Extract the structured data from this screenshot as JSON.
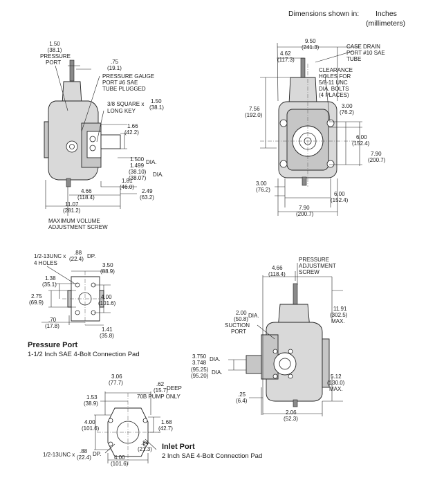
{
  "header": {
    "label": "Dimensions shown in:",
    "units_primary": "Inches",
    "units_secondary": "(millimeters)"
  },
  "side_view": {
    "d1": "1.50",
    "d1mm": "(38.1)",
    "pressure_port_line1": "PRESSURE",
    "pressure_port_line2": "PORT",
    "d2": ".75",
    "d2mm": "(19.1)",
    "gauge1": "PRESSURE GAUGE",
    "gauge2": "PORT #6 SAE",
    "gauge3": "TUBE PLUGGED",
    "key1": "3/8 SQUARE x",
    "key_dim": "1.50",
    "key_dim_mm": "(38.1)",
    "key2": "LONG KEY",
    "d3": "1.66",
    "d3mm": "(42.2)",
    "dia1": "1.500",
    "dia2": "1.499",
    "dia_label": "DIA.",
    "dia1mm": "(38.10)",
    "dia2mm": "(38.07)",
    "dia_label2": "DIA.",
    "d4": "1.81",
    "d4mm": "(46.0)",
    "d5": "4.66",
    "d5mm": "(118.4)",
    "d6": "2.49",
    "d6mm": "(63.2)",
    "d7": "11.07",
    "d7mm": "(281.2)",
    "note1": "MAXIMUM VOLUME",
    "note2": "ADJUSTMENT SCREW"
  },
  "front_view": {
    "d1": "9.50",
    "d1mm": "(241.3)",
    "d2": "4.62",
    "d2mm": "(117.3)",
    "drain1": "CASE DRAIN",
    "drain2": "PORT #10 SAE",
    "drain3": "TUBE",
    "cl1": "CLEARANCE",
    "cl2": "HOLES FOR",
    "cl3": "5/8-11 UNC",
    "cl4": "DIA. BOLTS",
    "cl5": "(4 PLACES)",
    "d3": "7.56",
    "d3mm": "(192.0)",
    "d4": "3.00",
    "d4mm": "(76.2)",
    "d5": "6.00",
    "d5mm": "(152.4)",
    "d6": "7.90",
    "d6mm": "(200.7)",
    "d7": "3.00",
    "d7mm": "(76.2)",
    "d8": "6.00",
    "d8mm": "(152.4)",
    "d9": "7.90",
    "d9mm": "(200.7)"
  },
  "pressure_pad": {
    "thread": "1/2-13UNC x",
    "depth": ".88",
    "depth_mm": "(22.4)",
    "dp": "DP.",
    "holes": "4 HOLES",
    "d1": "3.50",
    "d1mm": "(88.9)",
    "d2": "1.38",
    "d2mm": "(35.1)",
    "d3": "2.75",
    "d3mm": "(69.9)",
    "d4": "4.00",
    "d4mm": "(101.6)",
    "d5": ".70",
    "d5mm": "(17.8)",
    "d6": "1.41",
    "d6mm": "(35.8)",
    "title": "Pressure Port",
    "subtitle": "1-1/2 Inch SAE 4-Bolt Connection Pad"
  },
  "right_view": {
    "d1": "4.66",
    "d1mm": "(118.4)",
    "adj1": "PRESSURE",
    "adj2": "ADJUSTMENT",
    "adj3": "SCREW",
    "d2": "2.00",
    "d2mm": "(50.8)",
    "dia": "DIA.",
    "suction1": "SUCTION",
    "suction2": "PORT",
    "d3": "11.91",
    "d3mm": "(302.5)",
    "max": "MAX.",
    "s1": "3.750",
    "s2": "3.748",
    "s_dia": "DIA.",
    "s1mm": "(95.25)",
    "s2mm": "(95.20)",
    "s_dia2": "DIA.",
    "d4": "5.12",
    "d4mm": "(130.0)",
    "max2": "MAX.",
    "d5": ".25",
    "d5mm": "(6.4)",
    "d6": "2.06",
    "d6mm": "(52.3)"
  },
  "inlet_pad": {
    "d1": "3.06",
    "d1mm": "(77.7)",
    "d2": ".62",
    "d2mm": "(15.7)",
    "deep": "DEEP",
    "note": "70B PUMP ONLY",
    "d3": "1.53",
    "d3mm": "(38.9)",
    "d4": "4.00",
    "d4mm": "(101.6)",
    "d5": "1.68",
    "d5mm": "(42.7)",
    "d6": ".84",
    "d6mm": "(21.3)",
    "thread": "1/2-13UNC x",
    "depth": ".88",
    "depth_mm": "(22.4)",
    "dp": "DP.",
    "d7": "4.00",
    "d7mm": "(101.6)",
    "title": "Inlet Port",
    "subtitle": "2 Inch SAE 4-Bolt Connection Pad"
  }
}
